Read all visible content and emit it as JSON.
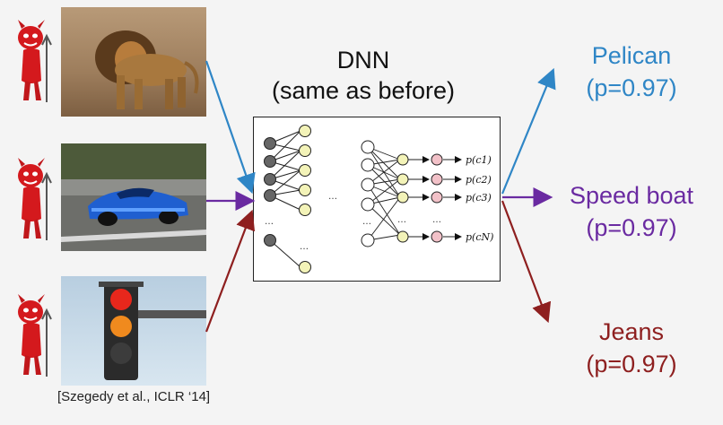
{
  "diagram": {
    "title_line1": "DNN",
    "title_line2": "(same as before)",
    "outputs": [
      {
        "label": "Pelican",
        "prob": "(p=0.97)",
        "color": "#2f86c6"
      },
      {
        "label": "Speed boat",
        "prob": "(p=0.97)",
        "color": "#6a2aa1"
      },
      {
        "label": "Jeans",
        "prob": "(p=0.97)",
        "color": "#8e1f1f"
      }
    ],
    "net_labels": [
      "p(c1)",
      "p(c2)",
      "p(c3)",
      "p(cN)"
    ],
    "ellipsis": "…",
    "citation": "[Szegedy et al., ICLR ‘14]"
  }
}
